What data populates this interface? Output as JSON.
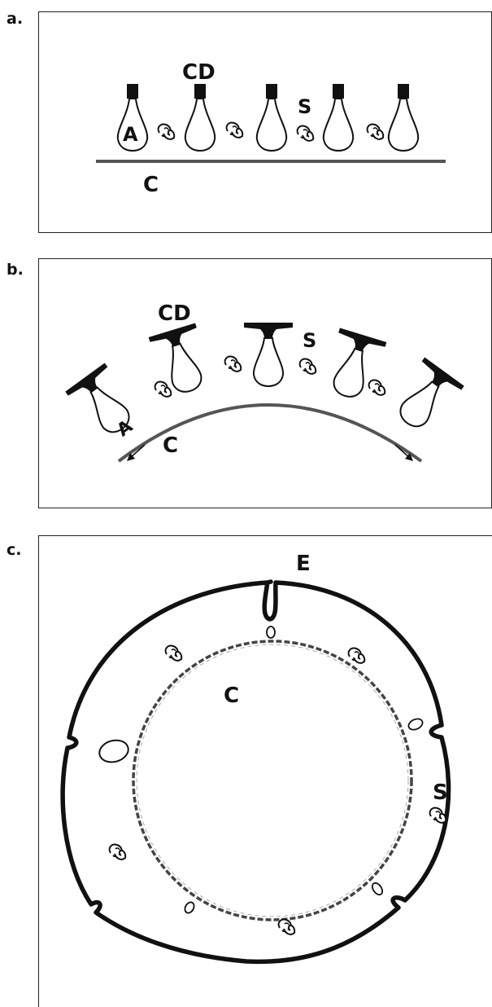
{
  "panels": [
    {
      "id": "a",
      "panel_label": "a.",
      "labels": {
        "cd": "CD",
        "s": "S",
        "a": "A",
        "c": "C"
      }
    },
    {
      "id": "b",
      "panel_label": "b.",
      "labels": {
        "cd": "CD",
        "s": "S",
        "a": "A",
        "c": "C"
      }
    },
    {
      "id": "c",
      "panel_label": "c.",
      "labels": {
        "e": "E",
        "c": "C",
        "s": "S"
      }
    }
  ]
}
